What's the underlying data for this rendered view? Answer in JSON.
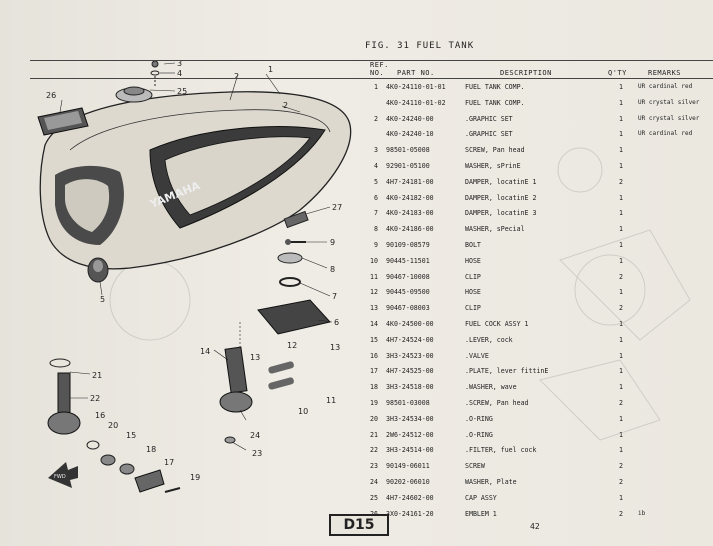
{
  "figure_title": "FIG. 31   FUEL TANK",
  "headers": {
    "ref_no": "REF.",
    "no": "NO.",
    "part_no": "PART NO.",
    "description": "DESCRIPTION",
    "qty": "Q'TY",
    "remarks": "REMARKS"
  },
  "rows": [
    {
      "ref": "1",
      "part": "4K0-24110-01-01",
      "desc": "FUEL TANK COMP.",
      "qty": "1",
      "rem": "UR cardinal red"
    },
    {
      "ref": "",
      "part": "4K0-24110-01-02",
      "desc": "FUEL TANK COMP.",
      "qty": "1",
      "rem": "UR crystal silver"
    },
    {
      "ref": "2",
      "part": "4K0-24240-00",
      "desc": ".GRAPHIC SET",
      "qty": "1",
      "rem": "UR crystal silver"
    },
    {
      "ref": "",
      "part": "4K0-24240-10",
      "desc": ".GRAPHIC SET",
      "qty": "1",
      "rem": "UR cardinal red"
    },
    {
      "ref": "3",
      "part": "98501-05008",
      "desc": "SCREW, Pan head",
      "qty": "1",
      "rem": ""
    },
    {
      "ref": "4",
      "part": "92901-05100",
      "desc": "WASHER, sPrinE",
      "qty": "1",
      "rem": ""
    },
    {
      "ref": "5",
      "part": "4H7-24181-00",
      "desc": "DAMPER, locatinE 1",
      "qty": "2",
      "rem": ""
    },
    {
      "ref": "6",
      "part": "4K0-24182-00",
      "desc": "DAMPER, locatinE 2",
      "qty": "1",
      "rem": ""
    },
    {
      "ref": "7",
      "part": "4K0-24183-00",
      "desc": "DAMPER, locatinE 3",
      "qty": "1",
      "rem": ""
    },
    {
      "ref": "8",
      "part": "4K0-24186-00",
      "desc": "WASHER, sPecial",
      "qty": "1",
      "rem": ""
    },
    {
      "ref": "9",
      "part": "90109-08579",
      "desc": "BOLT",
      "qty": "1",
      "rem": ""
    },
    {
      "ref": "10",
      "part": "90445-11501",
      "desc": "HOSE",
      "qty": "1",
      "rem": ""
    },
    {
      "ref": "11",
      "part": "90467-10008",
      "desc": "CLIP",
      "qty": "2",
      "rem": ""
    },
    {
      "ref": "12",
      "part": "90445-09500",
      "desc": "HOSE",
      "qty": "1",
      "rem": ""
    },
    {
      "ref": "13",
      "part": "90467-08003",
      "desc": "CLIP",
      "qty": "2",
      "rem": ""
    },
    {
      "ref": "14",
      "part": "4K0-24500-00",
      "desc": "FUEL COCK ASSY 1",
      "qty": "1",
      "rem": ""
    },
    {
      "ref": "15",
      "part": "4H7-24524-00",
      "desc": ".LEVER, cock",
      "qty": "1",
      "rem": ""
    },
    {
      "ref": "16",
      "part": "3H3-24523-00",
      "desc": ".VALVE",
      "qty": "1",
      "rem": ""
    },
    {
      "ref": "17",
      "part": "4H7-24525-00",
      "desc": ".PLATE, lever fittinE",
      "qty": "1",
      "rem": ""
    },
    {
      "ref": "18",
      "part": "3H3-24518-00",
      "desc": ".WASHER, wave",
      "qty": "1",
      "rem": ""
    },
    {
      "ref": "19",
      "part": "98501-03008",
      "desc": ".SCREW, Pan head",
      "qty": "2",
      "rem": ""
    },
    {
      "ref": "20",
      "part": "3H3-24534-00",
      "desc": ".O-RING",
      "qty": "1",
      "rem": ""
    },
    {
      "ref": "21",
      "part": "2W6-24512-00",
      "desc": ".O-RING",
      "qty": "1",
      "rem": ""
    },
    {
      "ref": "22",
      "part": "3H3-24514-00",
      "desc": ".FILTER, fuel cock",
      "qty": "1",
      "rem": ""
    },
    {
      "ref": "23",
      "part": "90149-06011",
      "desc": "SCREW",
      "qty": "2",
      "rem": ""
    },
    {
      "ref": "24",
      "part": "90202-06010",
      "desc": "WASHER, Plate",
      "qty": "2",
      "rem": ""
    },
    {
      "ref": "25",
      "part": "4H7-24602-00",
      "desc": "CAP ASSY",
      "qty": "1",
      "rem": ""
    },
    {
      "ref": "26",
      "part": "3X0-24161-20",
      "desc": "EMBLEM 1",
      "qty": "2",
      "rem": "ib"
    }
  ],
  "tank_badge": "YAMAHA",
  "fwd_label": "FWD",
  "callouts": [
    "1",
    "2",
    "2",
    "3",
    "4",
    "25",
    "26",
    "27",
    "9",
    "8",
    "7",
    "6",
    "5",
    "14",
    "13",
    "12",
    "13",
    "10",
    "11",
    "21",
    "22",
    "16",
    "20",
    "15",
    "18",
    "17",
    "19",
    "24",
    "23"
  ],
  "page_tag": "D15",
  "page_number": "42"
}
